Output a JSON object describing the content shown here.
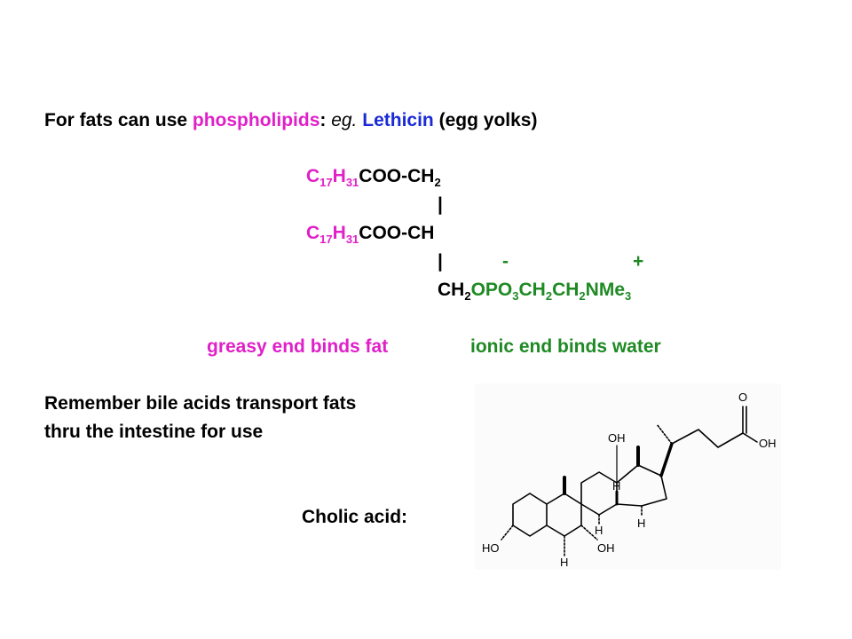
{
  "intro": {
    "part1": "For fats can use ",
    "phospholipids": "phospholipids",
    "colon": ": ",
    "eg": "eg.",
    "lethicin": "Lethicin",
    "egg": " (egg yolks)"
  },
  "formula": {
    "row1_pre": "C",
    "row1_s1": "17",
    "row1_h": "H",
    "row1_s2": "31",
    "row1_rest": "COO-CH",
    "row1_s3": "2",
    "bar1": "|",
    "row2_pre": "C",
    "row2_s1": "17",
    "row2_h": "H",
    "row2_s2": "31",
    "row2_rest": "COO-CH",
    "bar2": "|",
    "minus": "-",
    "plus": "+",
    "row3_ch": "CH",
    "row3_s1": "2",
    "row3_opo": "OPO",
    "row3_s2": "3",
    "row3_ch2a": "CH",
    "row3_s3": "2",
    "row3_ch2b": "CH",
    "row3_s4": "2",
    "row3_nme": "NMe",
    "row3_s5": "3"
  },
  "labels": {
    "greasy": "greasy end binds fat",
    "ionic": "ionic end binds water"
  },
  "bile": {
    "line1": "Remember bile acids transport fats",
    "line2": "thru the intestine for use"
  },
  "cholic_label": "Cholic acid:",
  "structure": {
    "name": "cholic acid skeletal structure",
    "atoms": {
      "o_top": "O",
      "oh_acid": "OH",
      "oh_12": "OH",
      "oh_3": "HO",
      "oh_7": "OH",
      "h_8": "H",
      "h_9": "H",
      "h_14": "H",
      "h_5": "H"
    }
  },
  "colors": {
    "magenta": "#e020c8",
    "blue": "#1a2ad6",
    "green": "#1f8a24"
  }
}
